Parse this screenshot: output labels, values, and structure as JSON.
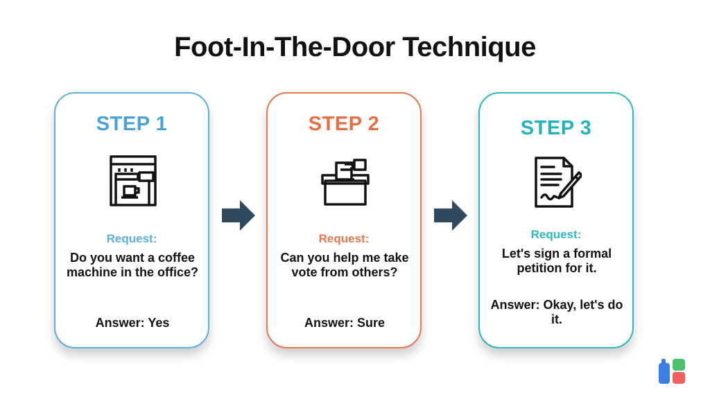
{
  "title": "Foot-In-The-Door Technique",
  "steps": [
    {
      "label": "STEP 1",
      "icon": "coffee-machine-icon",
      "request_label": "Request:",
      "request_text": "Do you want a coffee machine in the office?",
      "answer": "Answer: Yes",
      "color": "#5aaee0"
    },
    {
      "label": "STEP 2",
      "icon": "ballot-box-icon",
      "request_label": "Request:",
      "request_text": "Can you help me take vote from others?",
      "answer": "Answer: Sure",
      "color": "#e8774d"
    },
    {
      "label": "STEP 3",
      "icon": "signed-document-icon",
      "request_label": "Request:",
      "request_text": "Let's sign a formal petition for it.",
      "answer": "Answer: Okay, let's do it.",
      "color": "#2bb8c2"
    }
  ],
  "arrow_color": "#2f4a5e",
  "logo_colors": [
    "#3b7fe0",
    "#4cc06a",
    "#f0605d"
  ]
}
